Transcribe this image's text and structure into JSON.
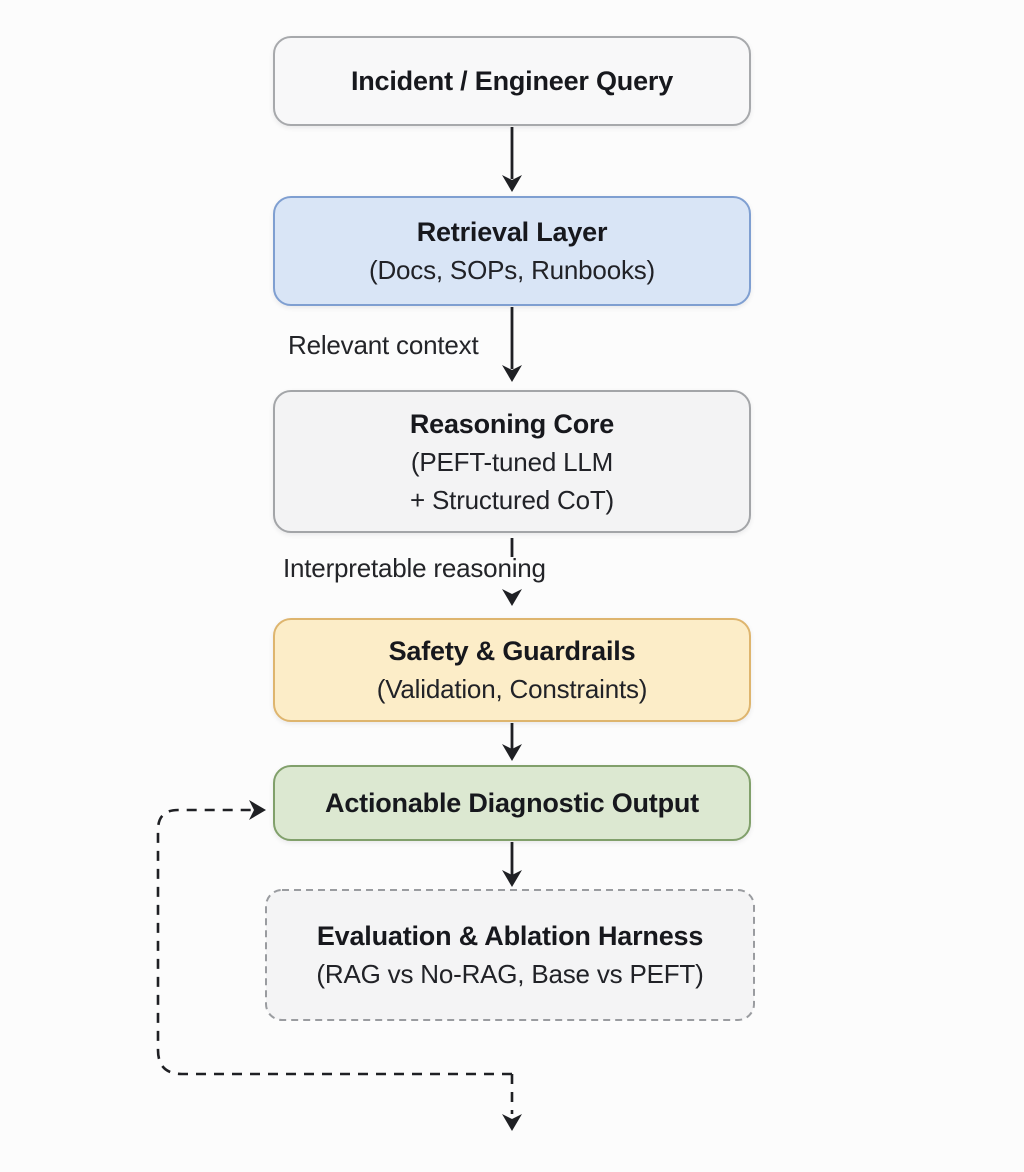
{
  "diagram": {
    "background": "#fcfcfc",
    "arrow_color": "#1f2024",
    "nodes": [
      {
        "id": "incident-query",
        "title": "Incident / Engineer Query",
        "fill": "#f8f8f9",
        "border": "#a7a9ac",
        "border_style": "solid"
      },
      {
        "id": "retrieval-layer",
        "title": "Retrieval Layer",
        "subtitle": "(Docs, SOPs, Runbooks)",
        "fill": "#d9e5f6",
        "border": "#7f9fd1",
        "border_style": "solid"
      },
      {
        "id": "reasoning-core",
        "title": "Reasoning Core",
        "subtitle": "(PEFT-tuned LLM",
        "subtitle2": "+ Structured CoT)",
        "fill": "#f3f3f4",
        "border": "#a3a5a8",
        "border_style": "solid"
      },
      {
        "id": "safety-guardrails",
        "title": "Safety & Guardrails",
        "subtitle": "(Validation, Constraints)",
        "fill": "#fcedc8",
        "border": "#deb56e",
        "border_style": "solid"
      },
      {
        "id": "diagnostic-output",
        "title": "Actionable Diagnostic Output",
        "fill": "#dce8d1",
        "border": "#81a06b",
        "border_style": "solid"
      },
      {
        "id": "evaluation-harness",
        "title": "Evaluation & Ablation Harness",
        "subtitle": "(RAG vs No-RAG, Base vs PEFT)",
        "fill": "#f4f4f5",
        "border": "#9a9ca0",
        "border_style": "dashed"
      }
    ],
    "edge_labels": [
      {
        "id": "relevant-context",
        "text": "Relevant context"
      },
      {
        "id": "interpretable-reasoning",
        "text": "Interpretable reasoning"
      }
    ]
  }
}
